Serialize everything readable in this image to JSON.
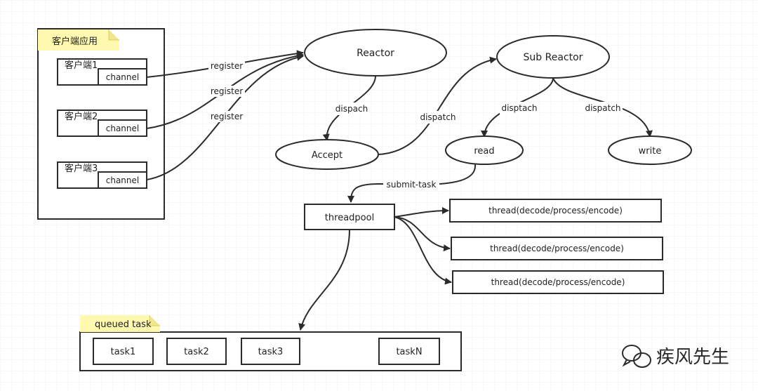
{
  "client_app": {
    "title": "客户端应用",
    "clients": [
      {
        "name": "客户端1",
        "channel": "channel"
      },
      {
        "name": "客户端2",
        "channel": "channel"
      },
      {
        "name": "客户端3",
        "channel": "channel"
      }
    ]
  },
  "nodes": {
    "reactor": "Reactor",
    "sub_reactor": "Sub Reactor",
    "accept": "Accept",
    "read": "read",
    "write": "write",
    "threadpool": "threadpool"
  },
  "edge_labels": {
    "register": "register",
    "dispach": "dispach",
    "dispatch_accept": "dispatch",
    "disptach": "disptach",
    "dispatch_write": "dispatch",
    "submit_task": "submit-task"
  },
  "threads": [
    "thread(decode/process/encode)",
    "thread(decode/process/encode)",
    "thread(decode/process/encode)"
  ],
  "queue": {
    "title": "queued task",
    "tasks": [
      "task1",
      "task2",
      "task3",
      "taskN"
    ]
  },
  "watermark": "疾风先生"
}
